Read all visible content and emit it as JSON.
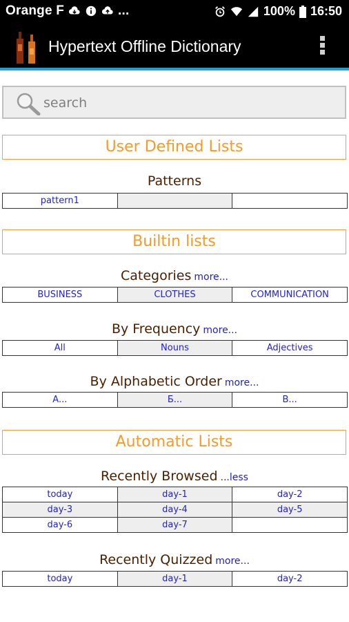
{
  "status_bar": {
    "carrier": "Orange F",
    "ellipsis": "...",
    "battery": "100%",
    "time": "16:50"
  },
  "app_bar": {
    "title": "Hypertext Offline Dictionary"
  },
  "search": {
    "placeholder": "search"
  },
  "user_defined": {
    "header": "User Defined Lists",
    "patterns": {
      "title": "Patterns",
      "cells": [
        [
          "pattern1",
          "",
          ""
        ]
      ]
    }
  },
  "builtin": {
    "header": "Builtin lists",
    "categories": {
      "title": "Categories",
      "more": "more...",
      "cells": [
        [
          "BUSINESS",
          "CLOTHES",
          "COMMUNICATION"
        ]
      ]
    },
    "frequency": {
      "title": "By Frequency",
      "more": "more...",
      "cells": [
        [
          "All",
          "Nouns",
          "Adjectives"
        ]
      ]
    },
    "alphabetic": {
      "title": "By Alphabetic Order",
      "more": "more...",
      "cells": [
        [
          "A...",
          "Б...",
          "В..."
        ]
      ]
    }
  },
  "automatic": {
    "header": "Automatic Lists",
    "recently_browsed": {
      "title": "Recently Browsed",
      "less": "...less",
      "cells": [
        [
          "today",
          "day-1",
          "day-2"
        ],
        [
          "day-3",
          "day-4",
          "day-5"
        ],
        [
          "day-6",
          "day-7",
          ""
        ]
      ]
    },
    "recently_quizzed": {
      "title": "Recently Quizzed",
      "more": "more...",
      "cells": [
        [
          "today",
          "day-1",
          "day-2"
        ]
      ]
    }
  },
  "colors": {
    "accent_orange": "#f39c2a",
    "link_blue": "#2323c8",
    "appbar_line": "#1e9fe0"
  },
  "icons": [
    "cloud-download-icon",
    "info-icon",
    "cloud-upload-icon",
    "alarm-icon",
    "wifi-icon",
    "signal-icon",
    "battery-icon",
    "bottles-logo-icon",
    "overflow-menu-icon",
    "search-icon"
  ]
}
